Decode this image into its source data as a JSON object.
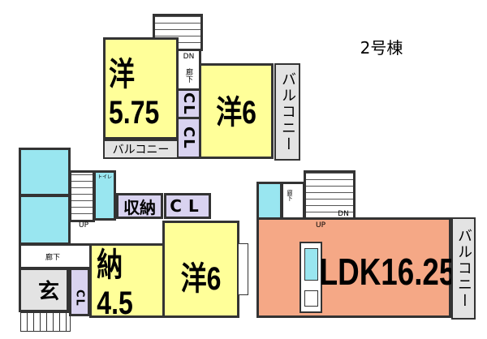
{
  "building_label": "2号棟",
  "floor3": {
    "room_a": "洋5.75",
    "room_b": "洋6",
    "corridor_dn": "DN",
    "corridor": "廊下",
    "closet_1": "CL",
    "closet_2": "CL",
    "balcony_bottom": "バルコニー",
    "balcony_right": "バルコニー"
  },
  "floor1": {
    "storage": "収納",
    "closet": "CL",
    "closet_small": "CL",
    "up": "UP",
    "corridor": "廊下",
    "toilet": "トイレ",
    "entrance": "玄",
    "room_storage": "納4.5",
    "room_western": "洋6"
  },
  "floor2": {
    "ldk": "LDK16.25",
    "up": "UP",
    "dn": "DN",
    "corridor": "廊下",
    "balcony": "バルコニー"
  },
  "colors": {
    "western_room": "#ffff99",
    "ldk": "#f5a886",
    "wet_area": "#99e6f0",
    "closet": "#d9d3f0",
    "balcony": "#e3e3e3"
  }
}
